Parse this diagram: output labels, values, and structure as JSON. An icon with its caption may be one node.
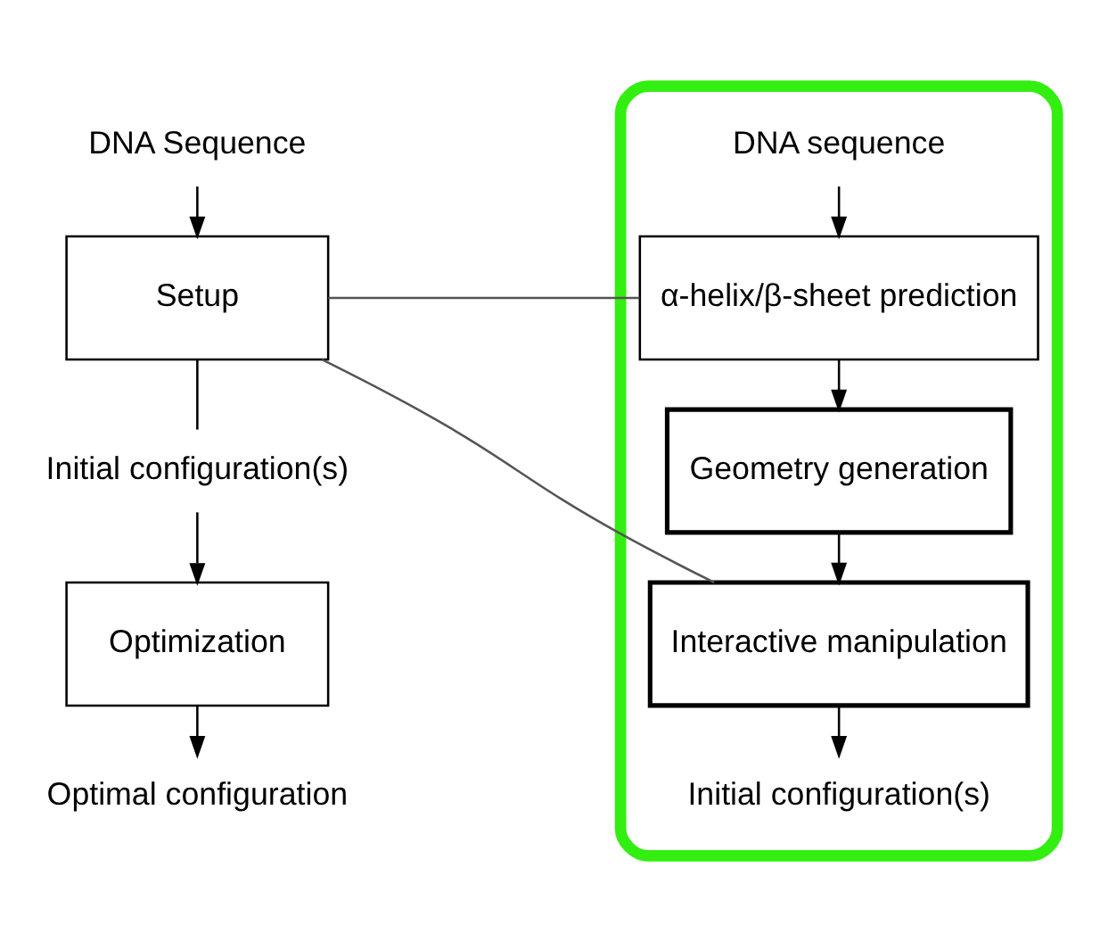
{
  "diagram": {
    "nodes": [
      {
        "text": [
          "DNA Sequence"
        ]
      },
      {
        "text": [
          "Setup"
        ]
      },
      {
        "text": [
          "Initial configuration(s)"
        ]
      },
      {
        "text": [
          "Optimization"
        ]
      },
      {
        "text": [
          "Optimal configuration"
        ]
      },
      {
        "text": [],
        "shape": "ellipse"
      },
      {
        "text": [
          "DNA sequence"
        ],
        "in": 5
      },
      {
        "text": [
          "α-helix/β-sheet prediction"
        ],
        "in": 5
      },
      {
        "text": [
          "Geometry generation"
        ],
        "in": 5
      },
      {
        "text": [
          "Interactive manipulation"
        ],
        "in": 5
      },
      {
        "text": [
          "Initial configuration(s)"
        ],
        "in": 5
      }
    ],
    "edges": [
      {
        "from": 0,
        "to": 1,
        "arrow": "to"
      },
      {
        "from": 1,
        "to": 2,
        "arrow": "none"
      },
      {
        "from": 2,
        "to": 3,
        "arrow": "to"
      },
      {
        "from": 3,
        "to": 4,
        "arrow": "to"
      },
      {
        "from": 1,
        "to": 7,
        "arrow": "none"
      },
      {
        "from": 1,
        "to": 9,
        "arrow": "none"
      },
      {
        "from": 6,
        "to": 7,
        "arrow": "to"
      },
      {
        "from": 7,
        "to": 8,
        "arrow": "to"
      },
      {
        "from": 8,
        "to": 9,
        "arrow": "to"
      },
      {
        "from": 9,
        "to": 10,
        "arrow": "to"
      }
    ]
  }
}
